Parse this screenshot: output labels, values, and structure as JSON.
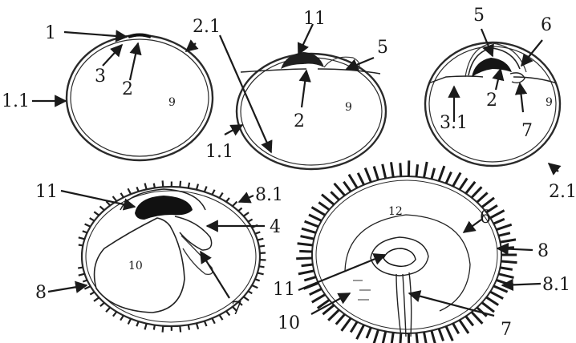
{
  "labels": {
    "l1": "1",
    "l1_1a": "1.1",
    "l1_1b": "1.1",
    "l2a": "2",
    "l2b": "2",
    "l2c": "2",
    "l2_1a": "2.1",
    "l2_1b": "2.1",
    "l3": "3",
    "l3_1": "3.1",
    "l4": "4",
    "l5a": "5",
    "l5b": "5",
    "l6a": "6",
    "l6b": "6",
    "l7a": "7",
    "l7b": "7",
    "l7c": "7",
    "l8a": "8",
    "l8b": "8",
    "l8_1a": "8.1",
    "l8_1b": "8.1",
    "l9a": "9",
    "l9b": "9",
    "l9c": "9",
    "l10a": "10",
    "l10b": "10",
    "l11a": "11",
    "l11b": "11",
    "l11c": "11",
    "l12": "12"
  },
  "colors": {
    "ink": "#1a1a1a",
    "background": "#ffffff"
  }
}
